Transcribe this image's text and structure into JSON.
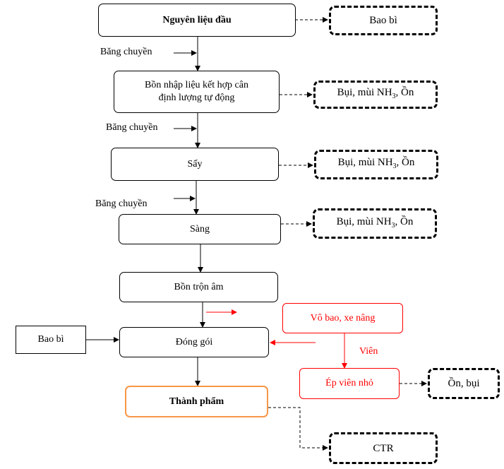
{
  "nodes": {
    "raw": "Nguyên liệu đầu",
    "hopper_line1": "Bồn nhập liệu kết hợp cân",
    "hopper_line2": "định lượng tự động",
    "dry": "Sấy",
    "sieve": "Sàng",
    "mix": "Bồn trộn âm",
    "pack": "Đóng gói",
    "product": "Thành phẩm",
    "bagging": "Vô bao, xe nâng",
    "pellet": "Ép viên nhỏ"
  },
  "waste": {
    "packaging_out": "Bao bì",
    "emission": "Bụi, mùi NH",
    "emission_sub": "3",
    "emission_tail": ", Ồn",
    "noise_dust": "Ồn, bụi",
    "solid": "CTR"
  },
  "inputs": {
    "packaging_in": "Bao bì"
  },
  "labels": {
    "conveyor": "Băng chuyền",
    "pellet_label": "Viên"
  },
  "colors": {
    "red": "#ff0000",
    "orange": "#f79646"
  }
}
